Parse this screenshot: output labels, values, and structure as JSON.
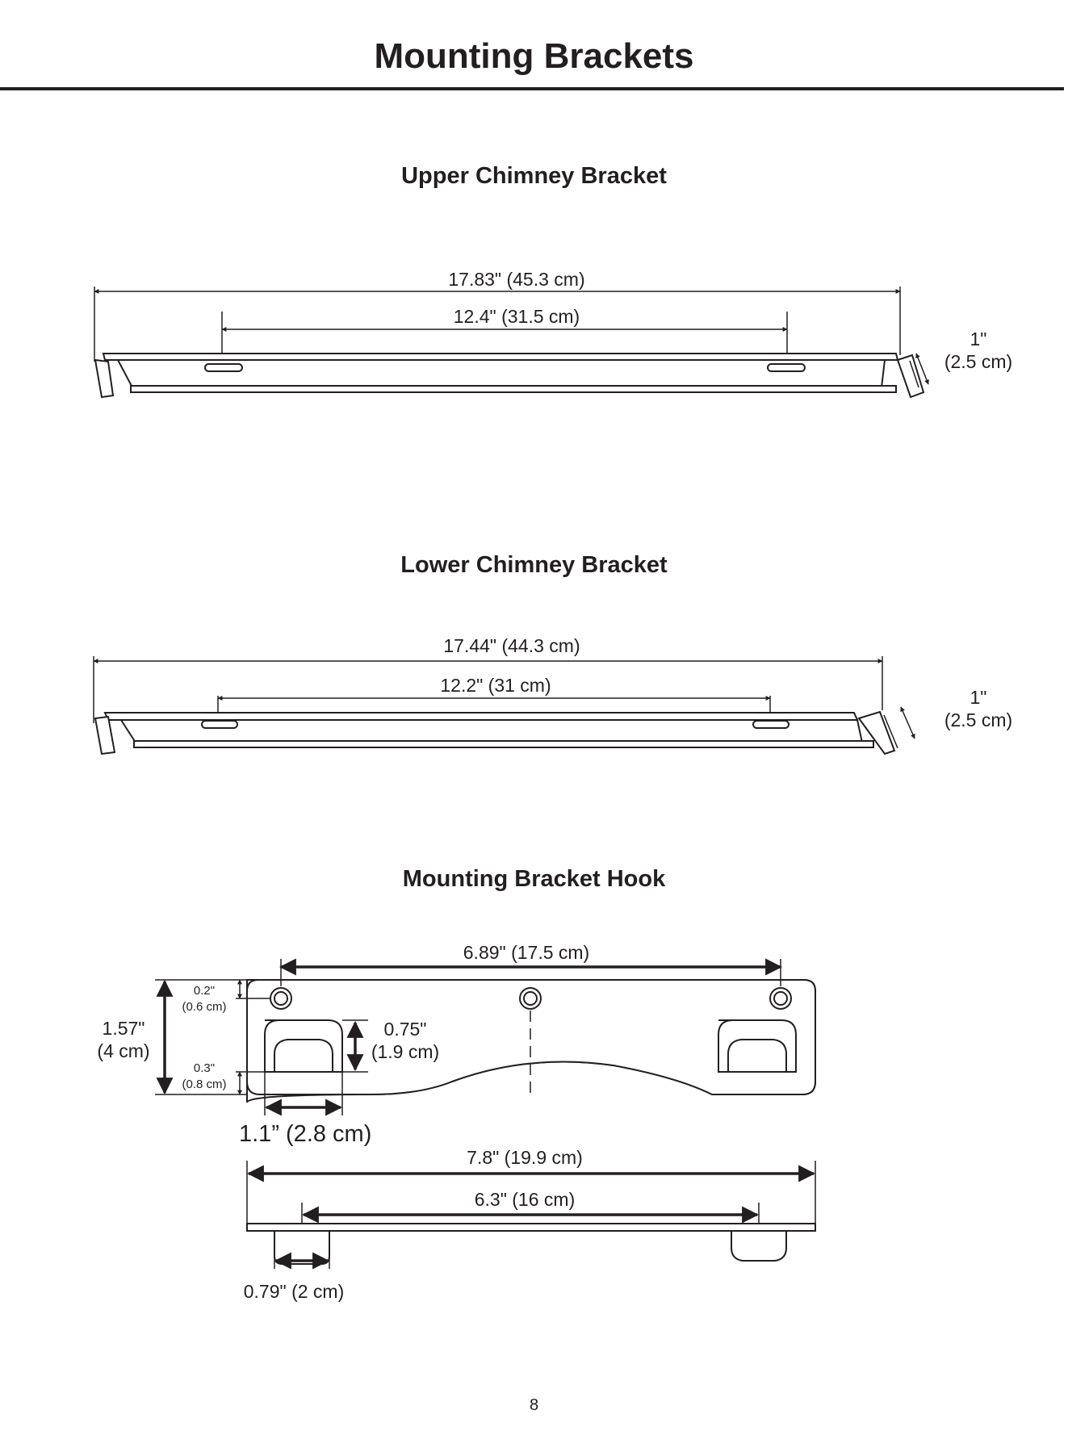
{
  "page": {
    "title": "Mounting Brackets",
    "page_number": "8"
  },
  "upper_bracket": {
    "title": "Upper Chimney Bracket",
    "overall_length": "17.83\" (45.3 cm)",
    "slot_spacing": "12.4\" (31.5 cm)",
    "flange_in": "1\"",
    "flange_cm": "(2.5 cm)"
  },
  "lower_bracket": {
    "title": "Lower Chimney Bracket",
    "overall_length": "17.44\" (44.3 cm)",
    "slot_spacing": "12.2\" (31 cm)",
    "flange_in": "1\"",
    "flange_cm": "(2.5 cm)"
  },
  "hook": {
    "title": "Mounting Bracket Hook",
    "hole_spacing": "6.89\" (17.5 cm)",
    "top_offset_in": "0.2\"",
    "top_offset_cm": "(0.6 cm)",
    "height_in": "1.57\"",
    "height_cm": "(4 cm)",
    "bottom_offset_in": "0.3\"",
    "bottom_offset_cm": "(0.8 cm)",
    "hook_height_in": "0.75\"",
    "hook_height_cm": "(1.9 cm)",
    "hook_width": "1.1” (2.8 cm)",
    "overall_length": "7.8\" (19.9 cm)",
    "tab_spacing": "6.3\" (16 cm)",
    "tab_width": "0.79\" (2 cm)"
  }
}
